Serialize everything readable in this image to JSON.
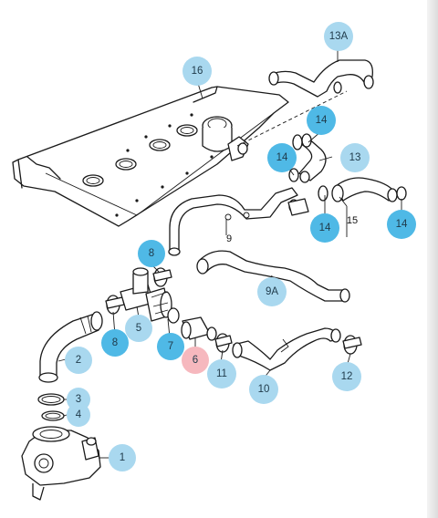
{
  "colors": {
    "callout_light": "#a9d8ef",
    "callout_dark": "#4fb9e6",
    "callout_pink": "#f6b8be",
    "text_on_callout": "#1f3a4a"
  },
  "callouts": {
    "c16": {
      "text": "16",
      "style": "light"
    },
    "c13a": {
      "text": "13A",
      "style": "light"
    },
    "c14a": {
      "text": "14",
      "style": "dark"
    },
    "c14b": {
      "text": "14",
      "style": "dark"
    },
    "c13": {
      "text": "13",
      "style": "light"
    },
    "c14c": {
      "text": "14",
      "style": "dark"
    },
    "c14d": {
      "text": "14",
      "style": "dark"
    },
    "c8a": {
      "text": "8",
      "style": "dark"
    },
    "c9a": {
      "text": "9A",
      "style": "light"
    },
    "c5": {
      "text": "5",
      "style": "light"
    },
    "c8b": {
      "text": "8",
      "style": "dark"
    },
    "c7": {
      "text": "7",
      "style": "dark"
    },
    "c6": {
      "text": "6",
      "style": "pink"
    },
    "c11": {
      "text": "11",
      "style": "light"
    },
    "c10": {
      "text": "10",
      "style": "light"
    },
    "c12": {
      "text": "12",
      "style": "light"
    },
    "c2": {
      "text": "2",
      "style": "light"
    },
    "c3": {
      "text": "3",
      "style": "light"
    },
    "c4": {
      "text": "4",
      "style": "light"
    },
    "c1": {
      "text": "1",
      "style": "light"
    }
  },
  "plain_labels": {
    "l9": "9",
    "l15": "15"
  }
}
